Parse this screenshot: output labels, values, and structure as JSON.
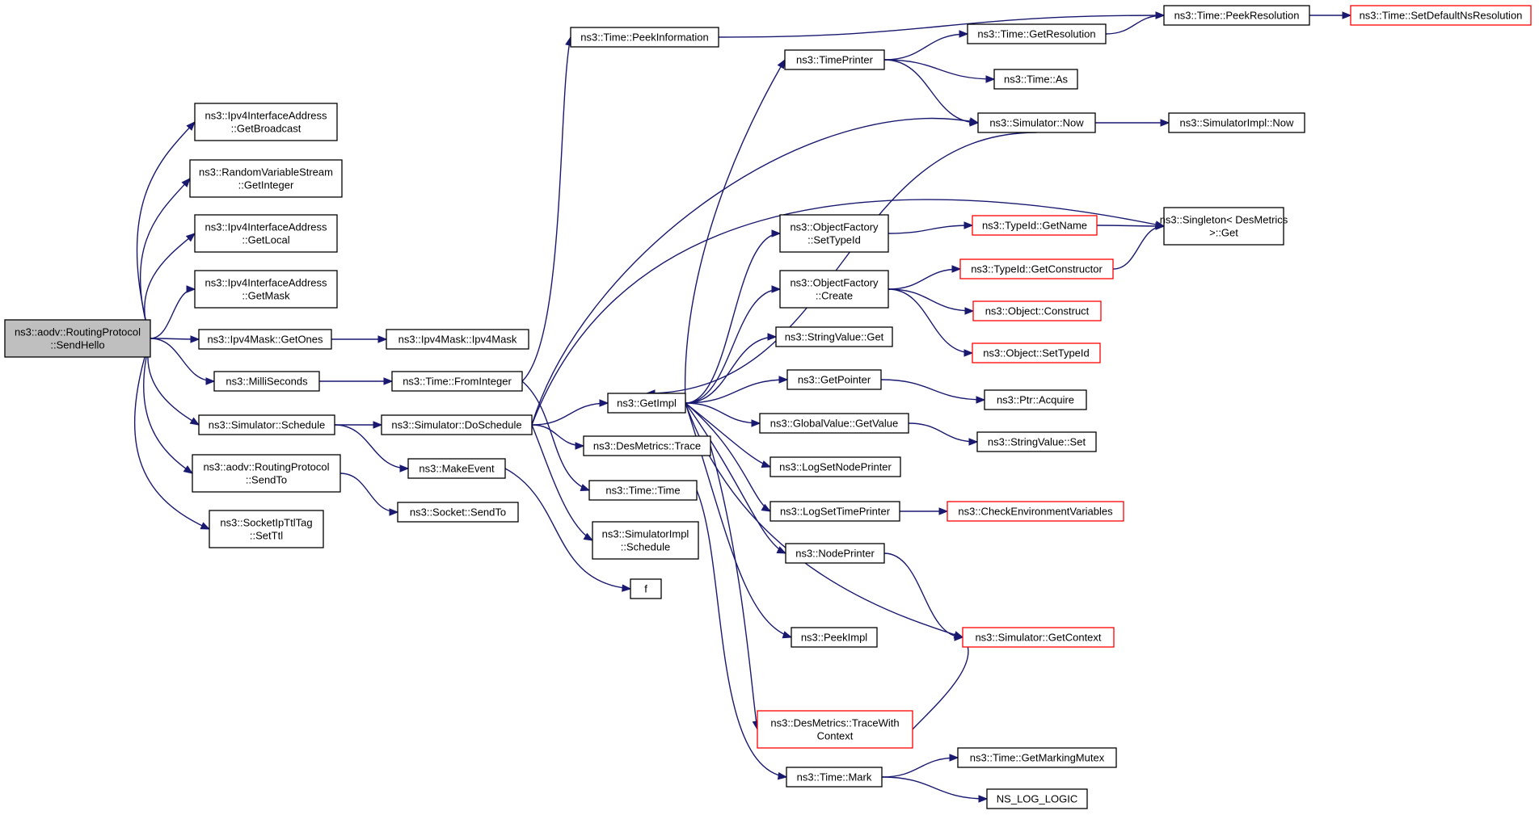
{
  "diagram": {
    "type": "call-graph",
    "nodes": [
      {
        "id": "root",
        "lines": [
          "ns3::aodv::RoutingProtocol",
          "::SendHello"
        ],
        "style": "root"
      },
      {
        "id": "getBroadcast",
        "lines": [
          "ns3::Ipv4InterfaceAddress",
          "::GetBroadcast"
        ],
        "style": "normal"
      },
      {
        "id": "getInteger",
        "lines": [
          "ns3::RandomVariableStream",
          "::GetInteger"
        ],
        "style": "normal"
      },
      {
        "id": "getLocal",
        "lines": [
          "ns3::Ipv4InterfaceAddress",
          "::GetLocal"
        ],
        "style": "normal"
      },
      {
        "id": "getMask",
        "lines": [
          "ns3::Ipv4InterfaceAddress",
          "::GetMask"
        ],
        "style": "normal"
      },
      {
        "id": "getOnes",
        "lines": [
          "ns3::Ipv4Mask::GetOnes"
        ],
        "style": "normal"
      },
      {
        "id": "ipv4mask",
        "lines": [
          "ns3::Ipv4Mask::Ipv4Mask"
        ],
        "style": "normal"
      },
      {
        "id": "milliSeconds",
        "lines": [
          "ns3::MilliSeconds"
        ],
        "style": "normal"
      },
      {
        "id": "fromInteger",
        "lines": [
          "ns3::Time::FromInteger"
        ],
        "style": "normal"
      },
      {
        "id": "schedule",
        "lines": [
          "ns3::Simulator::Schedule"
        ],
        "style": "normal"
      },
      {
        "id": "doSchedule",
        "lines": [
          "ns3::Simulator::DoSchedule"
        ],
        "style": "normal"
      },
      {
        "id": "sendToAodv",
        "lines": [
          "ns3::aodv::RoutingProtocol",
          "::SendTo"
        ],
        "style": "normal"
      },
      {
        "id": "makeEvent",
        "lines": [
          "ns3::MakeEvent"
        ],
        "style": "normal"
      },
      {
        "id": "socketSendTo",
        "lines": [
          "ns3::Socket::SendTo"
        ],
        "style": "normal"
      },
      {
        "id": "setTtl",
        "lines": [
          "ns3::SocketIpTtlTag",
          "::SetTtl"
        ],
        "style": "normal"
      },
      {
        "id": "peekInfo",
        "lines": [
          "ns3::Time::PeekInformation"
        ],
        "style": "normal"
      },
      {
        "id": "getImpl",
        "lines": [
          "ns3::GetImpl"
        ],
        "style": "normal"
      },
      {
        "id": "desTrace",
        "lines": [
          "ns3::DesMetrics::Trace"
        ],
        "style": "normal"
      },
      {
        "id": "timeTime",
        "lines": [
          "ns3::Time::Time"
        ],
        "style": "normal"
      },
      {
        "id": "implSchedule",
        "lines": [
          "ns3::SimulatorImpl",
          "::Schedule"
        ],
        "style": "normal"
      },
      {
        "id": "f",
        "lines": [
          "f"
        ],
        "style": "normal"
      },
      {
        "id": "timePrinter",
        "lines": [
          "ns3::TimePrinter"
        ],
        "style": "normal"
      },
      {
        "id": "getResolution",
        "lines": [
          "ns3::Time::GetResolution"
        ],
        "style": "normal"
      },
      {
        "id": "timeAs",
        "lines": [
          "ns3::Time::As"
        ],
        "style": "normal"
      },
      {
        "id": "simNow",
        "lines": [
          "ns3::Simulator::Now"
        ],
        "style": "normal"
      },
      {
        "id": "implNow",
        "lines": [
          "ns3::SimulatorImpl::Now"
        ],
        "style": "normal"
      },
      {
        "id": "peekResolution",
        "lines": [
          "ns3::Time::PeekResolution"
        ],
        "style": "normal"
      },
      {
        "id": "setDefaultNs",
        "lines": [
          "ns3::Time::SetDefaultNsResolution"
        ],
        "style": "red"
      },
      {
        "id": "ofSetTypeId",
        "lines": [
          "ns3::ObjectFactory",
          "::SetTypeId"
        ],
        "style": "normal"
      },
      {
        "id": "typeIdGetName",
        "lines": [
          "ns3::TypeId::GetName"
        ],
        "style": "red"
      },
      {
        "id": "singletonGet",
        "lines": [
          "ns3::Singleton< DesMetrics",
          ">::Get"
        ],
        "style": "normal"
      },
      {
        "id": "ofCreate",
        "lines": [
          "ns3::ObjectFactory",
          "::Create"
        ],
        "style": "normal"
      },
      {
        "id": "typeIdGetCtor",
        "lines": [
          "ns3::TypeId::GetConstructor"
        ],
        "style": "red"
      },
      {
        "id": "objConstruct",
        "lines": [
          "ns3::Object::Construct"
        ],
        "style": "red"
      },
      {
        "id": "objSetTypeId",
        "lines": [
          "ns3::Object::SetTypeId"
        ],
        "style": "red"
      },
      {
        "id": "stringValueGet",
        "lines": [
          "ns3::StringValue::Get"
        ],
        "style": "normal"
      },
      {
        "id": "getPointer",
        "lines": [
          "ns3::GetPointer"
        ],
        "style": "normal"
      },
      {
        "id": "ptrAcquire",
        "lines": [
          "ns3::Ptr::Acquire"
        ],
        "style": "normal"
      },
      {
        "id": "gvGetValue",
        "lines": [
          "ns3::GlobalValue::GetValue"
        ],
        "style": "normal"
      },
      {
        "id": "stringValueSet",
        "lines": [
          "ns3::StringValue::Set"
        ],
        "style": "normal"
      },
      {
        "id": "logSetNodePrinter",
        "lines": [
          "ns3::LogSetNodePrinter"
        ],
        "style": "normal"
      },
      {
        "id": "logSetTimePrinter",
        "lines": [
          "ns3::LogSetTimePrinter"
        ],
        "style": "normal"
      },
      {
        "id": "checkEnv",
        "lines": [
          "ns3::CheckEnvironmentVariables"
        ],
        "style": "red"
      },
      {
        "id": "nodePrinter",
        "lines": [
          "ns3::NodePrinter"
        ],
        "style": "normal"
      },
      {
        "id": "peekImpl",
        "lines": [
          "ns3::PeekImpl"
        ],
        "style": "normal"
      },
      {
        "id": "simGetContext",
        "lines": [
          "ns3::Simulator::GetContext"
        ],
        "style": "red"
      },
      {
        "id": "traceWithContext",
        "lines": [
          "ns3::DesMetrics::TraceWith",
          "Context"
        ],
        "style": "red"
      },
      {
        "id": "timeMark",
        "lines": [
          "ns3::Time::Mark"
        ],
        "style": "normal"
      },
      {
        "id": "getMarkingMutex",
        "lines": [
          "ns3::Time::GetMarkingMutex"
        ],
        "style": "normal"
      },
      {
        "id": "nsLogLogic",
        "lines": [
          "NS_LOG_LOGIC"
        ],
        "style": "normal"
      }
    ],
    "edges": [
      [
        "root",
        "getBroadcast"
      ],
      [
        "root",
        "getInteger"
      ],
      [
        "root",
        "getLocal"
      ],
      [
        "root",
        "getMask"
      ],
      [
        "root",
        "getOnes"
      ],
      [
        "root",
        "milliSeconds"
      ],
      [
        "root",
        "schedule"
      ],
      [
        "root",
        "sendToAodv"
      ],
      [
        "root",
        "setTtl"
      ],
      [
        "getOnes",
        "ipv4mask"
      ],
      [
        "milliSeconds",
        "fromInteger"
      ],
      [
        "fromInteger",
        "peekInfo"
      ],
      [
        "fromInteger",
        "timeTime"
      ],
      [
        "schedule",
        "doSchedule"
      ],
      [
        "schedule",
        "makeEvent"
      ],
      [
        "sendToAodv",
        "socketSendTo"
      ],
      [
        "makeEvent",
        "f"
      ],
      [
        "doSchedule",
        "getImpl"
      ],
      [
        "doSchedule",
        "desTrace"
      ],
      [
        "doSchedule",
        "implSchedule"
      ],
      [
        "doSchedule",
        "simNow"
      ],
      [
        "doSchedule",
        "singletonGet"
      ],
      [
        "peekInfo",
        "peekResolution"
      ],
      [
        "peekResolution",
        "setDefaultNs"
      ],
      [
        "timePrinter",
        "getResolution"
      ],
      [
        "timePrinter",
        "timeAs"
      ],
      [
        "timePrinter",
        "simNow"
      ],
      [
        "getResolution",
        "peekResolution"
      ],
      [
        "simNow",
        "getImpl"
      ],
      [
        "simNow",
        "implNow"
      ],
      [
        "getImpl",
        "timePrinter"
      ],
      [
        "getImpl",
        "ofSetTypeId"
      ],
      [
        "getImpl",
        "ofCreate"
      ],
      [
        "getImpl",
        "stringValueGet"
      ],
      [
        "getImpl",
        "getPointer"
      ],
      [
        "getImpl",
        "gvGetValue"
      ],
      [
        "getImpl",
        "logSetNodePrinter"
      ],
      [
        "getImpl",
        "logSetTimePrinter"
      ],
      [
        "getImpl",
        "nodePrinter"
      ],
      [
        "getImpl",
        "peekImpl"
      ],
      [
        "getImpl",
        "simGetContext"
      ],
      [
        "ofSetTypeId",
        "typeIdGetName"
      ],
      [
        "typeIdGetName",
        "singletonGet"
      ],
      [
        "ofCreate",
        "typeIdGetCtor"
      ],
      [
        "ofCreate",
        "objConstruct"
      ],
      [
        "ofCreate",
        "objSetTypeId"
      ],
      [
        "typeIdGetCtor",
        "singletonGet"
      ],
      [
        "getPointer",
        "ptrAcquire"
      ],
      [
        "gvGetValue",
        "stringValueSet"
      ],
      [
        "logSetTimePrinter",
        "checkEnv"
      ],
      [
        "nodePrinter",
        "simGetContext"
      ],
      [
        "desTrace",
        "traceWithContext"
      ],
      [
        "traceWithContext",
        "simGetContext"
      ],
      [
        "timeTime",
        "timeMark"
      ],
      [
        "timeMark",
        "getMarkingMutex"
      ],
      [
        "timeMark",
        "nsLogLogic"
      ]
    ]
  }
}
